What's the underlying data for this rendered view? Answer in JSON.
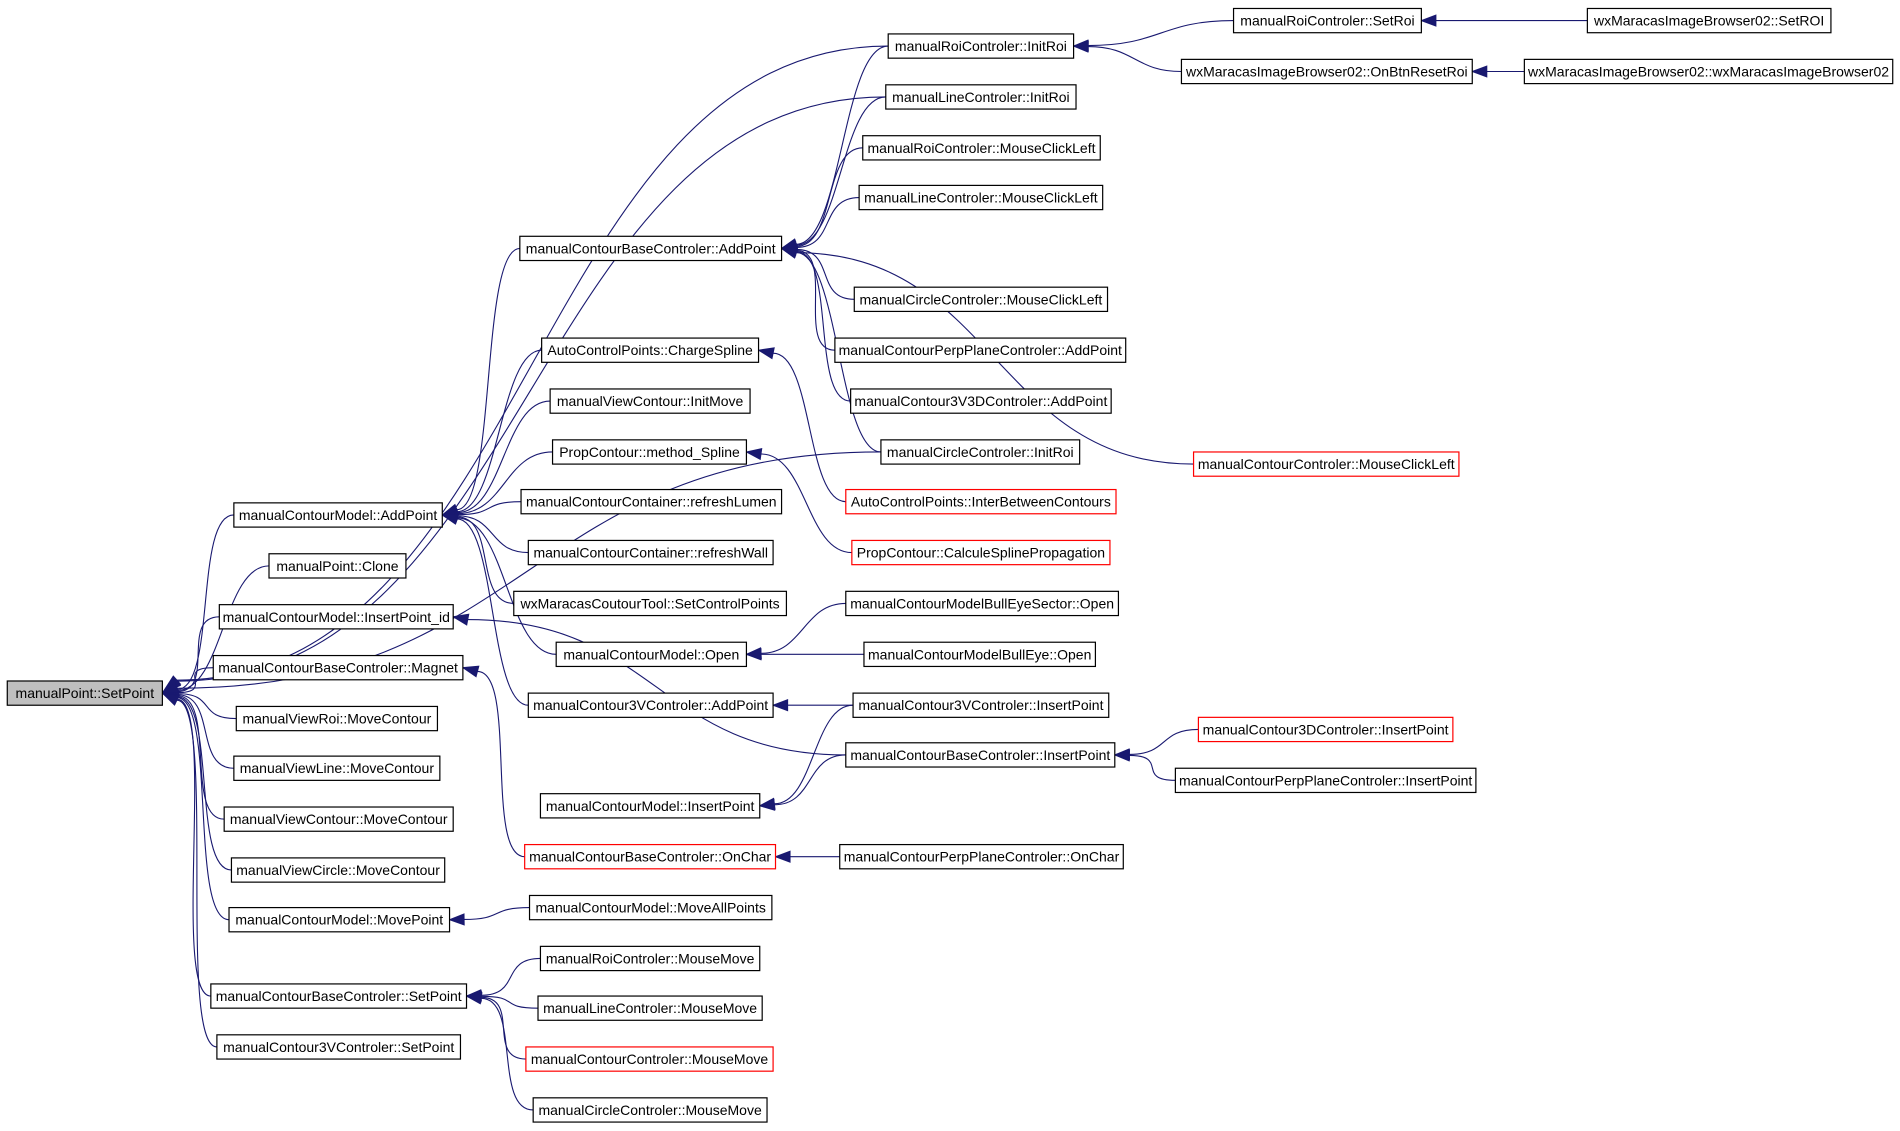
{
  "colors": {
    "edge": "#191970",
    "node_border": "#000000",
    "truncated_border": "#ff0000",
    "root_fill": "#bfbfbf"
  },
  "nodes": [
    {
      "id": "root",
      "label": "manualPoint::SetPoint",
      "style": "root"
    },
    {
      "id": "mcm_addpoint",
      "label": "manualContourModel::AddPoint"
    },
    {
      "id": "mp_clone",
      "label": "manualPoint::Clone"
    },
    {
      "id": "mcm_insertpoint_id",
      "label": "manualContourModel::InsertPoint_id"
    },
    {
      "id": "mcbc_magnet",
      "label": "manualContourBaseControler::Magnet"
    },
    {
      "id": "mvroi_movecontour",
      "label": "manualViewRoi::MoveContour"
    },
    {
      "id": "mvline_movecontour",
      "label": "manualViewLine::MoveContour"
    },
    {
      "id": "mvcontour_movecontour",
      "label": "manualViewContour::MoveContour"
    },
    {
      "id": "mvcircle_movecontour",
      "label": "manualViewCircle::MoveContour"
    },
    {
      "id": "mcm_movepoint",
      "label": "manualContourModel::MovePoint"
    },
    {
      "id": "mcbc_setpoint",
      "label": "manualContourBaseControler::SetPoint"
    },
    {
      "id": "mc3v_setpoint",
      "label": "manualContour3VControler::SetPoint"
    },
    {
      "id": "mcbc_addpoint",
      "label": "manualContourBaseControler::AddPoint"
    },
    {
      "id": "acp_chargespline",
      "label": "AutoControlPoints::ChargeSpline"
    },
    {
      "id": "mvc_initmove",
      "label": "manualViewContour::InitMove"
    },
    {
      "id": "pc_methodspline",
      "label": "PropContour::method_Spline"
    },
    {
      "id": "mcc_refreshlumen",
      "label": "manualContourContainer::refreshLumen"
    },
    {
      "id": "mcc_refreshwall",
      "label": "manualContourContainer::refreshWall"
    },
    {
      "id": "wxmct_setcontrolpoints",
      "label": "wxMaracasCoutourTool::SetControlPoints"
    },
    {
      "id": "mcm_open",
      "label": "manualContourModel::Open"
    },
    {
      "id": "mc3v_addpoint",
      "label": "manualContour3VControler::AddPoint"
    },
    {
      "id": "mcm_insertpoint",
      "label": "manualContourModel::InsertPoint"
    },
    {
      "id": "mcbc_onchar",
      "label": "manualContourBaseControler::OnChar",
      "style": "red"
    },
    {
      "id": "mcm_moveallpoints",
      "label": "manualContourModel::MoveAllPoints"
    },
    {
      "id": "mroic_mousemove",
      "label": "manualRoiControler::MouseMove"
    },
    {
      "id": "mlinec_mousemove",
      "label": "manualLineControler::MouseMove"
    },
    {
      "id": "mcontc_mousemove",
      "label": "manualContourControler::MouseMove",
      "style": "red"
    },
    {
      "id": "mcirc_mousemove",
      "label": "manualCircleControler::MouseMove"
    },
    {
      "id": "mroic_initroi",
      "label": "manualRoiControler::InitRoi"
    },
    {
      "id": "mlinec_initroi",
      "label": "manualLineControler::InitRoi"
    },
    {
      "id": "mroic_mouseclickleft",
      "label": "manualRoiControler::MouseClickLeft"
    },
    {
      "id": "mlinec_mouseclickleft",
      "label": "manualLineControler::MouseClickLeft"
    },
    {
      "id": "mcirc_mouseclickleft",
      "label": "manualCircleControler::MouseClickLeft"
    },
    {
      "id": "mcppc_addpoint",
      "label": "manualContourPerpPlaneControler::AddPoint"
    },
    {
      "id": "mc3v3d_addpoint",
      "label": "manualContour3V3DControler::AddPoint"
    },
    {
      "id": "mcirc_initroi",
      "label": "manualCircleControler::InitRoi"
    },
    {
      "id": "acp_interbetween",
      "label": "AutoControlPoints::InterBetweenContours",
      "style": "red"
    },
    {
      "id": "pc_calculespline",
      "label": "PropContour::CalculeSplinePropagation",
      "style": "red"
    },
    {
      "id": "mcmbes_open",
      "label": "manualContourModelBullEyeSector::Open"
    },
    {
      "id": "mcmbe_open",
      "label": "manualContourModelBullEye::Open"
    },
    {
      "id": "mc3v_insertpoint",
      "label": "manualContour3VControler::InsertPoint"
    },
    {
      "id": "mcbc_insertpoint",
      "label": "manualContourBaseControler::InsertPoint"
    },
    {
      "id": "mcppc_onchar",
      "label": "manualContourPerpPlaneControler::OnChar"
    },
    {
      "id": "mroic_setroi",
      "label": "manualRoiControler::SetRoi"
    },
    {
      "id": "wxmib_onbtnresetroi",
      "label": "wxMaracasImageBrowser02::OnBtnResetRoi"
    },
    {
      "id": "mcontc_mouseclickleft",
      "label": "manualContourControler::MouseClickLeft",
      "style": "red"
    },
    {
      "id": "mc3d_insertpoint",
      "label": "manualContour3DControler::InsertPoint",
      "style": "red"
    },
    {
      "id": "mcppc_insertpoint",
      "label": "manualContourPerpPlaneControler::InsertPoint"
    },
    {
      "id": "wxmib_setroi",
      "label": "wxMaracasImageBrowser02::SetROI"
    },
    {
      "id": "wxmib_ctor",
      "label": "wxMaracasImageBrowser02::wxMaracasImageBrowser02"
    }
  ],
  "edges": [
    [
      "mcm_addpoint",
      "root"
    ],
    [
      "mp_clone",
      "root"
    ],
    [
      "mcm_insertpoint_id",
      "root"
    ],
    [
      "mcbc_magnet",
      "root"
    ],
    [
      "mvroi_movecontour",
      "root"
    ],
    [
      "mvline_movecontour",
      "root"
    ],
    [
      "mvcontour_movecontour",
      "root"
    ],
    [
      "mvcircle_movecontour",
      "root"
    ],
    [
      "mcm_movepoint",
      "root"
    ],
    [
      "mcbc_setpoint",
      "root"
    ],
    [
      "mc3v_setpoint",
      "root"
    ],
    [
      "mroic_initroi",
      "root"
    ],
    [
      "mlinec_initroi",
      "root"
    ],
    [
      "mcirc_initroi",
      "root"
    ],
    [
      "mcbc_addpoint",
      "mcm_addpoint"
    ],
    [
      "acp_chargespline",
      "mcm_addpoint"
    ],
    [
      "mvc_initmove",
      "mcm_addpoint"
    ],
    [
      "pc_methodspline",
      "mcm_addpoint"
    ],
    [
      "mcc_refreshlumen",
      "mcm_addpoint"
    ],
    [
      "mcc_refreshwall",
      "mcm_addpoint"
    ],
    [
      "wxmct_setcontrolpoints",
      "mcm_addpoint"
    ],
    [
      "mcm_open",
      "mcm_addpoint"
    ],
    [
      "mc3v_addpoint",
      "mcm_addpoint"
    ],
    [
      "mcbc_insertpoint",
      "mcm_insertpoint_id"
    ],
    [
      "mcbc_onchar",
      "mcbc_magnet"
    ],
    [
      "mcm_moveallpoints",
      "mcm_movepoint"
    ],
    [
      "mroic_mousemove",
      "mcbc_setpoint"
    ],
    [
      "mlinec_mousemove",
      "mcbc_setpoint"
    ],
    [
      "mcontc_mousemove",
      "mcbc_setpoint"
    ],
    [
      "mcirc_mousemove",
      "mcbc_setpoint"
    ],
    [
      "mroic_initroi",
      "mcbc_addpoint"
    ],
    [
      "mlinec_initroi",
      "mcbc_addpoint"
    ],
    [
      "mroic_mouseclickleft",
      "mcbc_addpoint"
    ],
    [
      "mlinec_mouseclickleft",
      "mcbc_addpoint"
    ],
    [
      "mcirc_mouseclickleft",
      "mcbc_addpoint"
    ],
    [
      "mcppc_addpoint",
      "mcbc_addpoint"
    ],
    [
      "mc3v3d_addpoint",
      "mcbc_addpoint"
    ],
    [
      "mcirc_initroi",
      "mcbc_addpoint"
    ],
    [
      "mcontc_mouseclickleft",
      "mcbc_addpoint"
    ],
    [
      "acp_interbetween",
      "acp_chargespline"
    ],
    [
      "pc_calculespline",
      "pc_methodspline"
    ],
    [
      "mcmbes_open",
      "mcm_open"
    ],
    [
      "mcmbe_open",
      "mcm_open"
    ],
    [
      "mc3v_insertpoint",
      "mc3v_addpoint"
    ],
    [
      "mc3v_insertpoint",
      "mcm_insertpoint"
    ],
    [
      "mcbc_insertpoint",
      "mcm_insertpoint"
    ],
    [
      "mcppc_onchar",
      "mcbc_onchar"
    ],
    [
      "mroic_setroi",
      "mroic_initroi"
    ],
    [
      "wxmib_onbtnresetroi",
      "mroic_initroi"
    ],
    [
      "wxmib_setroi",
      "mroic_setroi"
    ],
    [
      "wxmib_ctor",
      "wxmib_onbtnresetroi"
    ],
    [
      "mc3d_insertpoint",
      "mcbc_insertpoint"
    ],
    [
      "mcppc_insertpoint",
      "mcbc_insertpoint"
    ]
  ]
}
